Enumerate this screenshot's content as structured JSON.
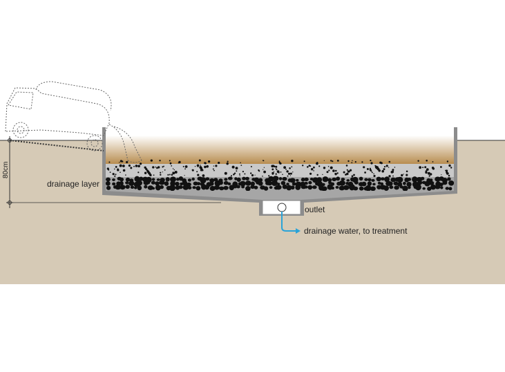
{
  "labels": {
    "dimension": "80cm",
    "drainage_layer": "drainage layer",
    "outlet": "outlet",
    "drainage_water": "drainage water, to treatment"
  },
  "colors": {
    "ground": "#d6cab6",
    "sludge_top": "#ffffff",
    "sludge_bottom": "#b68a4c",
    "gravel_layer": "#c9c9c9",
    "coarse_layer": "#a6a6a6",
    "basin_wall": "#8c8c8c",
    "stones": "#111111",
    "water_arrow": "#2aa3d8",
    "truck_outline": "#666666"
  },
  "icons": {
    "truck": "truck-icon",
    "water_arrow": "arrow-right-icon"
  }
}
